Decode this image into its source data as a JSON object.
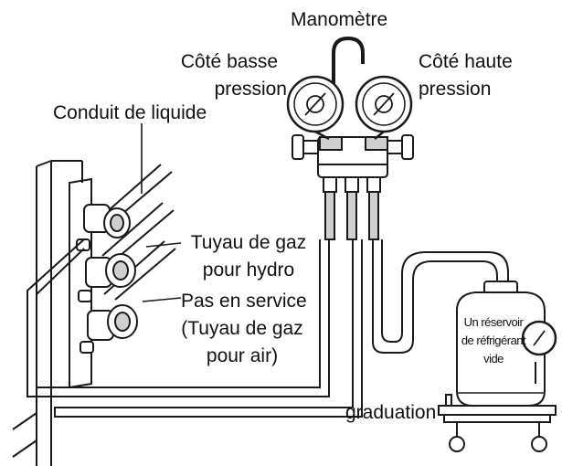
{
  "labels": {
    "manometer": "Manomètre",
    "low_side_1": "Côté basse",
    "low_side_2": "pression",
    "high_side_1": "Côté haute",
    "high_side_2": "pression",
    "liquid_line": "Conduit de liquide",
    "gas_hydro_1": "Tuyau de gaz",
    "gas_hydro_2": "pour hydro",
    "unused_1": "Pas en service",
    "unused_2": "(Tuyau de gaz",
    "unused_3": "pour air)",
    "tank_1": "Un réservoir",
    "tank_2": "de réfrigérant",
    "tank_3": "vide",
    "scale": "graduation"
  },
  "colors": {
    "stroke": "#1a1a1a",
    "pipe_fill": "#ffffff",
    "shade": "#cfcfcf"
  }
}
